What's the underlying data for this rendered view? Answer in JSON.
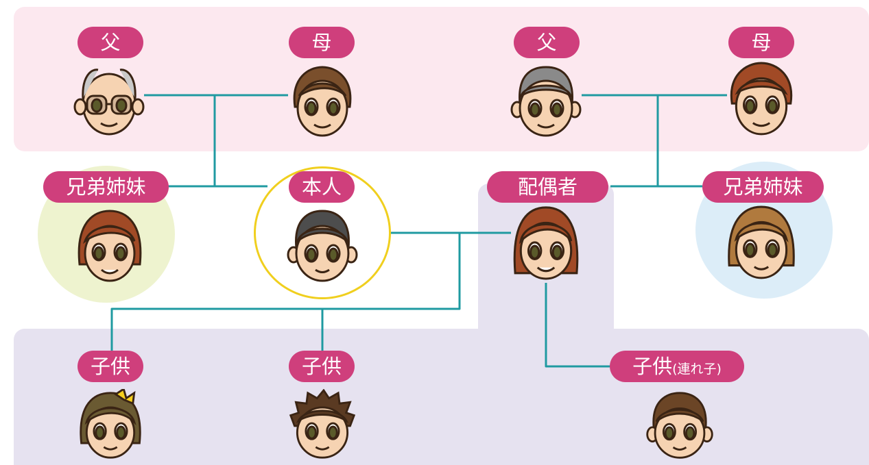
{
  "nodes": {
    "father_self": {
      "label": "父"
    },
    "mother_self": {
      "label": "母"
    },
    "father_spouse": {
      "label": "父"
    },
    "mother_spouse": {
      "label": "母"
    },
    "sibling_self": {
      "label": "兄弟姉妹"
    },
    "self": {
      "label": "本人"
    },
    "spouse": {
      "label": "配偶者"
    },
    "sibling_spouse": {
      "label": "兄弟姉妹"
    },
    "child_1": {
      "label": "子供"
    },
    "child_2": {
      "label": "子供"
    },
    "stepchild": {
      "label": "子供",
      "note": "(連れ子)"
    }
  },
  "colors": {
    "label_bg": "#cf3f7c",
    "line": "#1f9aa1",
    "parents_band": "#fce8ef",
    "children_band": "#e6e2f0",
    "self_ring": "#f0cf1e",
    "sibling_left_bg": "#eef3cf",
    "sibling_right_bg": "#dcedf8"
  },
  "icons": [
    "grandfather-glasses-face-icon",
    "grandmother-face-icon",
    "grandfather-face-icon",
    "grandmother-curly-face-icon",
    "sister-face-icon",
    "man-face-icon",
    "woman-face-icon",
    "girl-face-icon",
    "child-ribbon-face-icon",
    "boy-spiky-face-icon",
    "boy-face-icon"
  ]
}
